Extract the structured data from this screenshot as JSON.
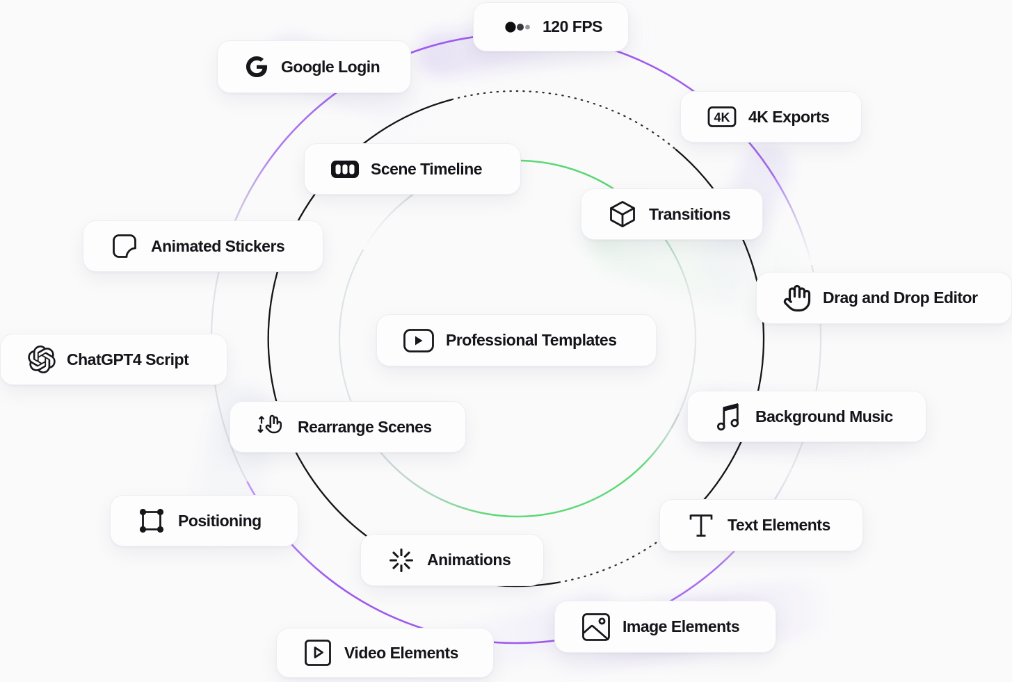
{
  "rings": [
    {
      "name": "outer-ring",
      "color": "#9d5bed"
    },
    {
      "name": "middle-ring",
      "color": "#151518"
    },
    {
      "name": "inner-ring",
      "color": "#5ed977"
    }
  ],
  "features": [
    {
      "label": "120 FPS",
      "icon": "fps-dots-icon"
    },
    {
      "label": "Google Login",
      "icon": "google-icon"
    },
    {
      "label": "4K Exports",
      "icon": "4k-badge-icon",
      "icon_text": "4K"
    },
    {
      "label": "Scene Timeline",
      "icon": "timeline-icon"
    },
    {
      "label": "Transitions",
      "icon": "cube-icon"
    },
    {
      "label": "Animated Stickers",
      "icon": "sticker-icon"
    },
    {
      "label": "Drag and Drop Editor",
      "icon": "hand-icon"
    },
    {
      "label": "ChatGPT4 Script",
      "icon": "openai-icon"
    },
    {
      "label": "Professional Templates",
      "icon": "video-player-icon"
    },
    {
      "label": "Background Music",
      "icon": "music-notes-icon"
    },
    {
      "label": "Rearrange Scenes",
      "icon": "two-finger-drag-icon"
    },
    {
      "label": "Positioning",
      "icon": "bounding-box-icon"
    },
    {
      "label": "Text Elements",
      "icon": "text-icon"
    },
    {
      "label": "Animations",
      "icon": "spinner-icon"
    },
    {
      "label": "Image Elements",
      "icon": "image-icon"
    },
    {
      "label": "Video Elements",
      "icon": "video-play-icon"
    }
  ]
}
